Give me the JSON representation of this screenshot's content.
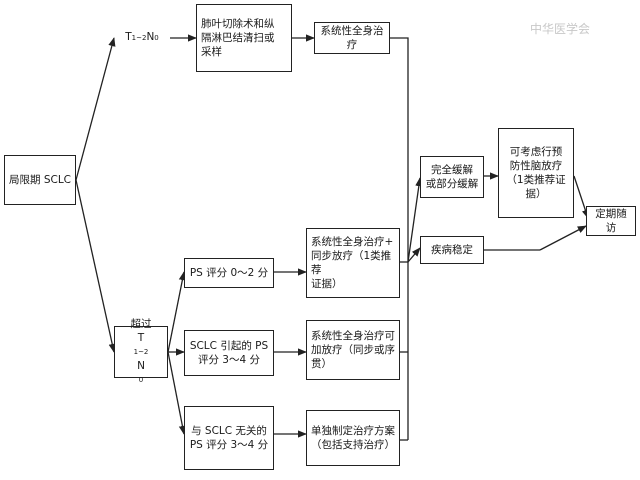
{
  "watermark": "中华医学会",
  "nodes": {
    "root": "局限期 SCLC",
    "branch_top_T": "T",
    "branch_top_sub": "1~2",
    "branch_top_N": "N",
    "branch_top_sub2": "0",
    "surgery": "肺叶切除术和纵\n隔淋巴结清扫或\n采样",
    "systemic_top": "系统性全身治疗",
    "branch_bottom_line1": "超过",
    "branch_bottom_T": "T",
    "branch_bottom_sub": "1~2",
    "branch_bottom_N": "N",
    "branch_bottom_sub2": "0",
    "ps_0_2": "PS 评分 0～2 分",
    "ps_sclc": "SCLC 引起的 PS\n评分 3～4 分",
    "ps_other": "与 SCLC 无关的\nPS 评分 3～4 分",
    "treat_concurrent": "系统性全身治疗+\n同步放疗（1类推荐\n证据）",
    "treat_radiation": "系统性全身治疗可\n加放疗（同步或序\n贯）",
    "treat_individual": "单独制定治疗方案\n（包括支持治疗）",
    "complete_response": "完全缓解\n或部分缓解",
    "stable": "疾病稳定",
    "pci": "可考虑行预\n防性脑放疗\n（1类推荐证\n据）",
    "followup": "定期随访"
  }
}
